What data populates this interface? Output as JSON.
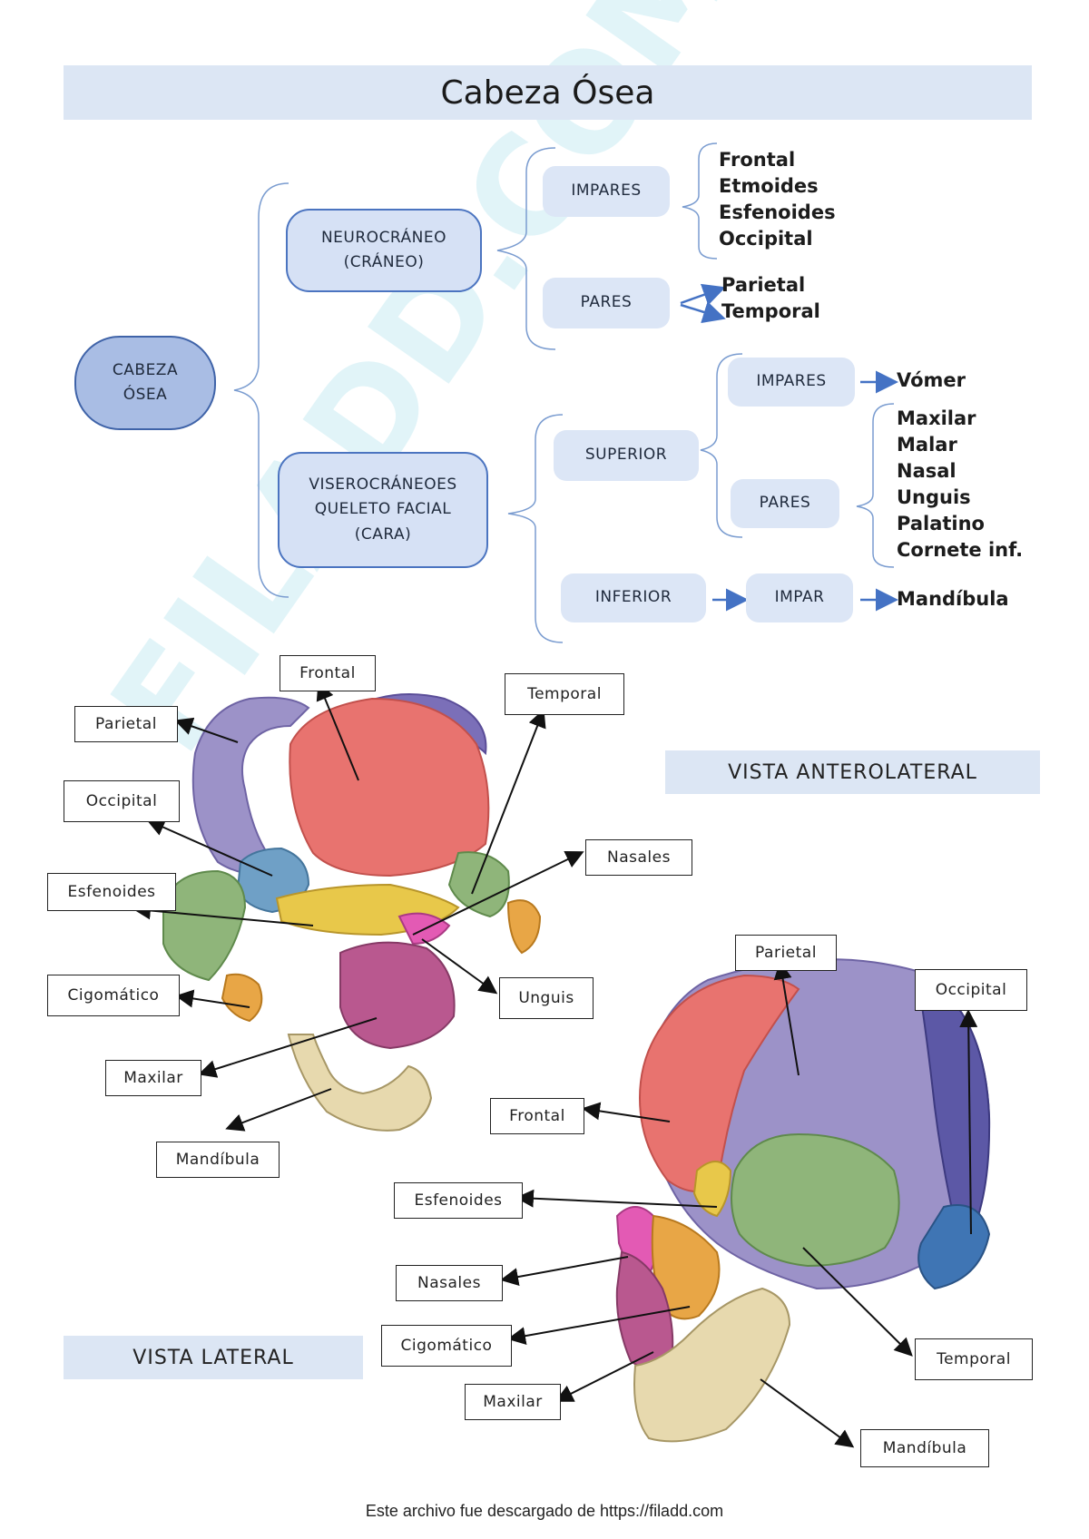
{
  "title": "Cabeza Ósea",
  "map": {
    "root": "CABEZA\nÓSEA",
    "neuro": {
      "label": "NEUROCRÁNEO\n(CRÁNEO)",
      "impares": {
        "label": "IMPARES",
        "bones": [
          "Frontal",
          "Etmoides",
          "Esfenoides",
          "Occipital"
        ]
      },
      "pares": {
        "label": "PARES",
        "bones": [
          "Parietal",
          "Temporal"
        ]
      }
    },
    "visero": {
      "label": "VISEROCRÁNEOES\nQUELETO FACIAL\n(CARA)",
      "superior": {
        "label": "SUPERIOR",
        "impares": {
          "label": "IMPARES",
          "bones": [
            "Vómer"
          ]
        },
        "pares": {
          "label": "PARES",
          "bones": [
            "Maxilar",
            "Malar",
            "Nasal",
            "Unguis",
            "Palatino",
            "Cornete inf."
          ]
        }
      },
      "inferior": {
        "label": "INFERIOR",
        "impar": {
          "label": "IMPAR",
          "bones": [
            "Mandíbula"
          ]
        }
      }
    }
  },
  "anterolateral": {
    "view_label": "VISTA ANTEROLATERAL",
    "labels": [
      "Frontal",
      "Temporal",
      "Parietal",
      "Occipital",
      "Nasales",
      "Esfenoides",
      "Unguis",
      "Cigomático",
      "Maxilar",
      "Mandíbula"
    ]
  },
  "lateral": {
    "view_label": "VISTA LATERAL",
    "labels": [
      "Parietal",
      "Occipital",
      "Frontal",
      "Esfenoides",
      "Nasales",
      "Cigomático",
      "Temporal",
      "Maxilar",
      "Mandíbula"
    ]
  },
  "watermark": "FILADD.COM",
  "footer": "Este archivo fue descargado de https://filadd.com",
  "colors": {
    "frontal": "#e8736f",
    "parietal": "#9c92c8",
    "occipital": "#3f75b4",
    "temporal": "#8fb57a",
    "sphenoid": "#e8c84a",
    "zygomatic": "#e8a646",
    "maxilla": "#b9588f",
    "nasal": "#e35ab4",
    "mandible": "#e7d9ae",
    "accent": "#4472c4"
  }
}
